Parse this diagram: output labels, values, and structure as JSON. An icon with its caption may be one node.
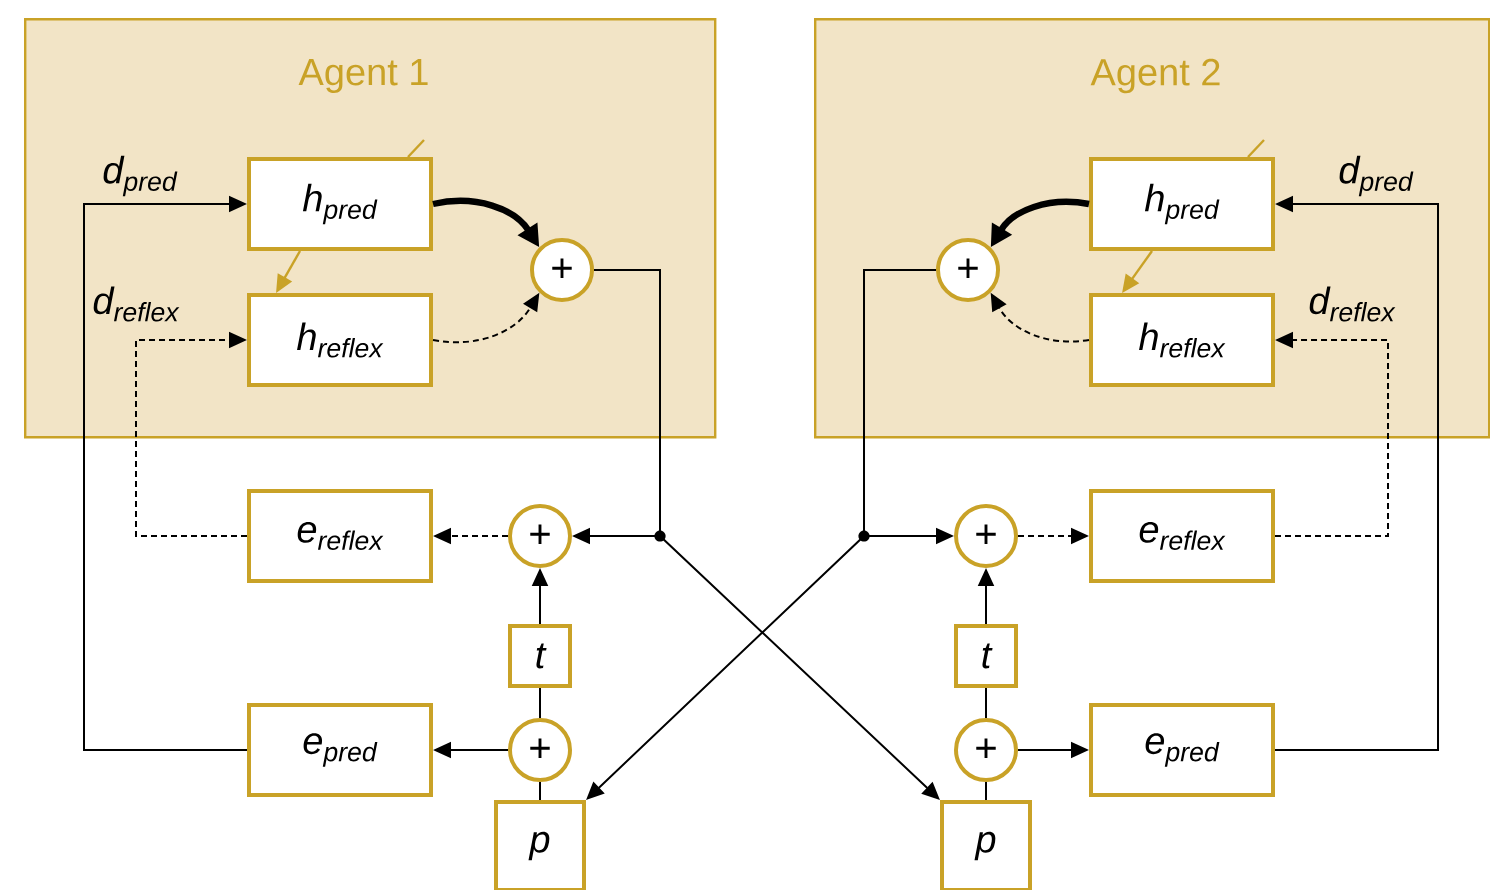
{
  "diagram": {
    "nodes": [
      {
        "text": [
          "Agent 1"
        ]
      },
      {
        "text": [
          "h$_{pred}$"
        ],
        "in": 0
      },
      {
        "text": [
          "h$_{reflex}$"
        ],
        "in": 0
      },
      {
        "text": [
          "+"
        ],
        "in": 0
      },
      {
        "text": [
          "Agent 2"
        ]
      },
      {
        "text": [
          "h$_{pred}$"
        ],
        "in": 4
      },
      {
        "text": [
          "h$_{reflex}$"
        ],
        "in": 4
      },
      {
        "text": [
          "+"
        ],
        "in": 4
      },
      {
        "text": [
          "e$_{reflex}$"
        ]
      },
      {
        "text": [
          "+"
        ]
      },
      {
        "text": [
          "t"
        ]
      },
      {
        "text": [
          "e$_{pred}$"
        ]
      },
      {
        "text": [
          "+"
        ]
      },
      {
        "text": [
          "p"
        ]
      },
      {
        "text": [
          "e$_{reflex}$"
        ]
      },
      {
        "text": [
          "+"
        ]
      },
      {
        "text": [
          "t"
        ]
      },
      {
        "text": [
          "e$_{pred}$"
        ]
      },
      {
        "text": [
          "+"
        ]
      },
      {
        "text": [
          "p"
        ]
      }
    ],
    "edges": [
      {
        "from": 11,
        "to": 1,
        "arrow": "to",
        "label": "d$_{pred}$"
      },
      {
        "from": 8,
        "to": 2,
        "arrow": "to",
        "label": "d$_{reflex}$",
        "style": "dashed"
      },
      {
        "from": 1,
        "to": 3,
        "arrow": "to",
        "style": "thick"
      },
      {
        "from": 2,
        "to": 3,
        "arrow": "to",
        "style": "dashed"
      },
      {
        "from": 1,
        "to": 2,
        "arrow": "to",
        "color": "#c9a227"
      },
      {
        "from": 1,
        "to": null,
        "arrow": "none",
        "color": "#c9a227"
      },
      {
        "from": 3,
        "to": 9,
        "arrow": "to"
      },
      {
        "from": 3,
        "to": 19,
        "arrow": "to"
      },
      {
        "from": 9,
        "to": 8,
        "arrow": "to",
        "style": "dashed"
      },
      {
        "from": 10,
        "to": 9,
        "arrow": "to"
      },
      {
        "from": 12,
        "to": 10,
        "arrow": "none"
      },
      {
        "from": 13,
        "to": 12,
        "arrow": "none"
      },
      {
        "from": 12,
        "to": 11,
        "arrow": "to"
      },
      {
        "from": 17,
        "to": 5,
        "arrow": "to",
        "label": "d$_{pred}$"
      },
      {
        "from": 14,
        "to": 6,
        "arrow": "to",
        "label": "d$_{reflex}$",
        "style": "dashed"
      },
      {
        "from": 5,
        "to": 7,
        "arrow": "to",
        "style": "thick"
      },
      {
        "from": 6,
        "to": 7,
        "arrow": "to",
        "style": "dashed"
      },
      {
        "from": 5,
        "to": 6,
        "arrow": "to",
        "color": "#c9a227"
      },
      {
        "from": 5,
        "to": null,
        "arrow": "none",
        "color": "#c9a227"
      },
      {
        "from": 7,
        "to": 15,
        "arrow": "to"
      },
      {
        "from": 7,
        "to": 13,
        "arrow": "to"
      },
      {
        "from": 15,
        "to": 14,
        "arrow": "to",
        "style": "dashed"
      },
      {
        "from": 16,
        "to": 15,
        "arrow": "to"
      },
      {
        "from": 18,
        "to": 16,
        "arrow": "none"
      },
      {
        "from": 19,
        "to": 18,
        "arrow": "none"
      },
      {
        "from": 18,
        "to": 17,
        "arrow": "to"
      }
    ]
  }
}
